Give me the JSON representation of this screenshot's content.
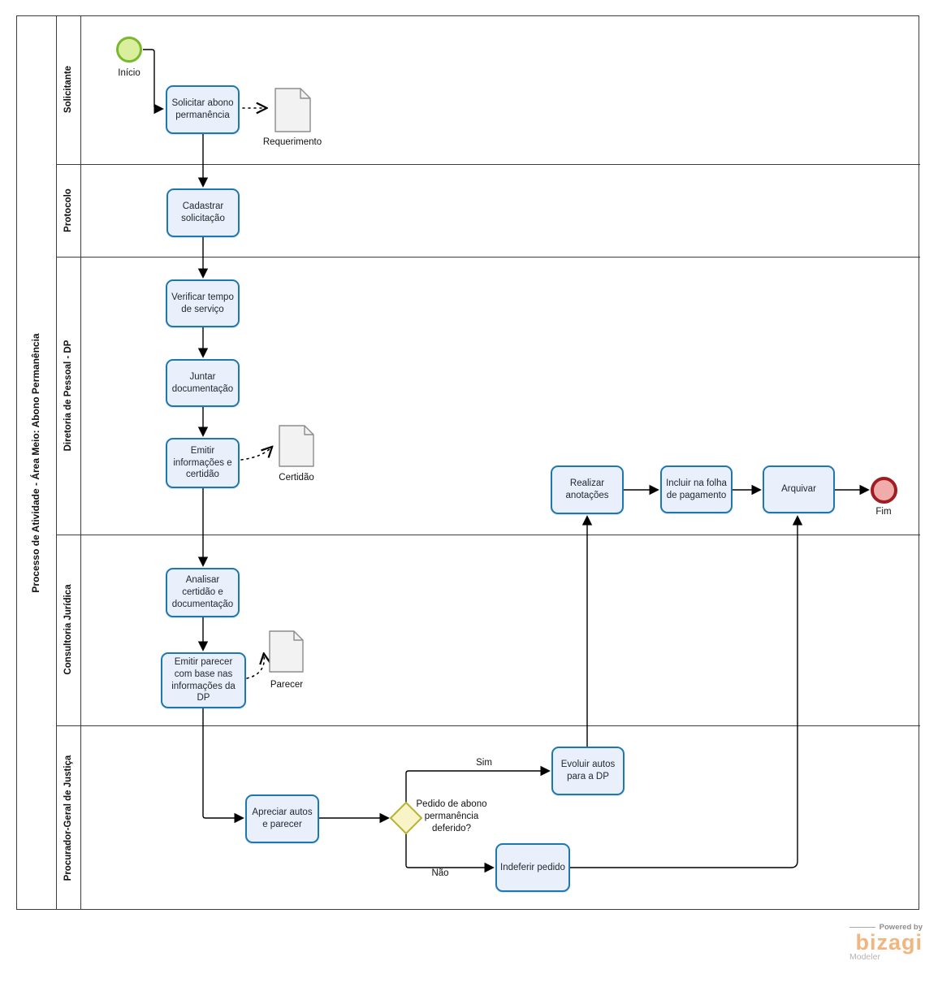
{
  "pool": {
    "title": "Processo de Atividade - Área Meio: Abono Permanência"
  },
  "lanes": [
    {
      "label": "Solicitante"
    },
    {
      "label": "Protocolo"
    },
    {
      "label": "Diretoria de Pessoal - DP"
    },
    {
      "label": "Consultoria Jurídica"
    },
    {
      "label": "Procurador-Geral de Justiça"
    }
  ],
  "events": {
    "start": {
      "label": "Início"
    },
    "end": {
      "label": "Fim"
    }
  },
  "tasks": {
    "solicitar_abono": {
      "label": "Solicitar abono permanência"
    },
    "cadastrar_solicitacao": {
      "label": "Cadastrar solicitação"
    },
    "verificar_tempo": {
      "label": "Verificar tempo de serviço"
    },
    "juntar_documentacao": {
      "label": "Juntar documentação"
    },
    "emitir_informacoes": {
      "label": "Emitir informações e certidão"
    },
    "realizar_anotacoes": {
      "label": "Realizar anotações"
    },
    "incluir_folha": {
      "label": "Incluir na folha de pagamento"
    },
    "arquivar": {
      "label": "Arquivar"
    },
    "analisar_certidao": {
      "label": "Analisar certidão e documentação"
    },
    "emitir_parecer": {
      "label": "Emitir parecer com base nas informações da DP"
    },
    "apreciar_autos": {
      "label": "Apreciar autos e parecer"
    },
    "evoluir_autos": {
      "label": "Evoluir autos para a DP"
    },
    "indeferir_pedido": {
      "label": "Indeferir pedido"
    }
  },
  "gateway": {
    "label": "Pedido de abono permanência deferido?"
  },
  "flow_labels": {
    "yes": "Sim",
    "no": "Não"
  },
  "documents": {
    "requerimento": {
      "label": "Requerimento"
    },
    "certidao": {
      "label": "Certidão"
    },
    "parecer": {
      "label": "Parecer"
    }
  },
  "branding": {
    "powered_by": "Powered by",
    "brand": "bizagi",
    "product": "Modeler"
  },
  "colors": {
    "task_fill": "#e9effb",
    "task_border": "#1d77b0",
    "start_fill": "#d9ef9e",
    "start_border": "#7ab82e",
    "end_fill": "#f0abab",
    "end_border": "#9f1d22",
    "gateway_fill": "#f8f4c8",
    "gateway_border": "#b5b332",
    "document_fill": "#f2f2f2",
    "document_border": "#8c8c8c",
    "flow_line": "#000000",
    "brand_orange": "#f2b57e"
  }
}
